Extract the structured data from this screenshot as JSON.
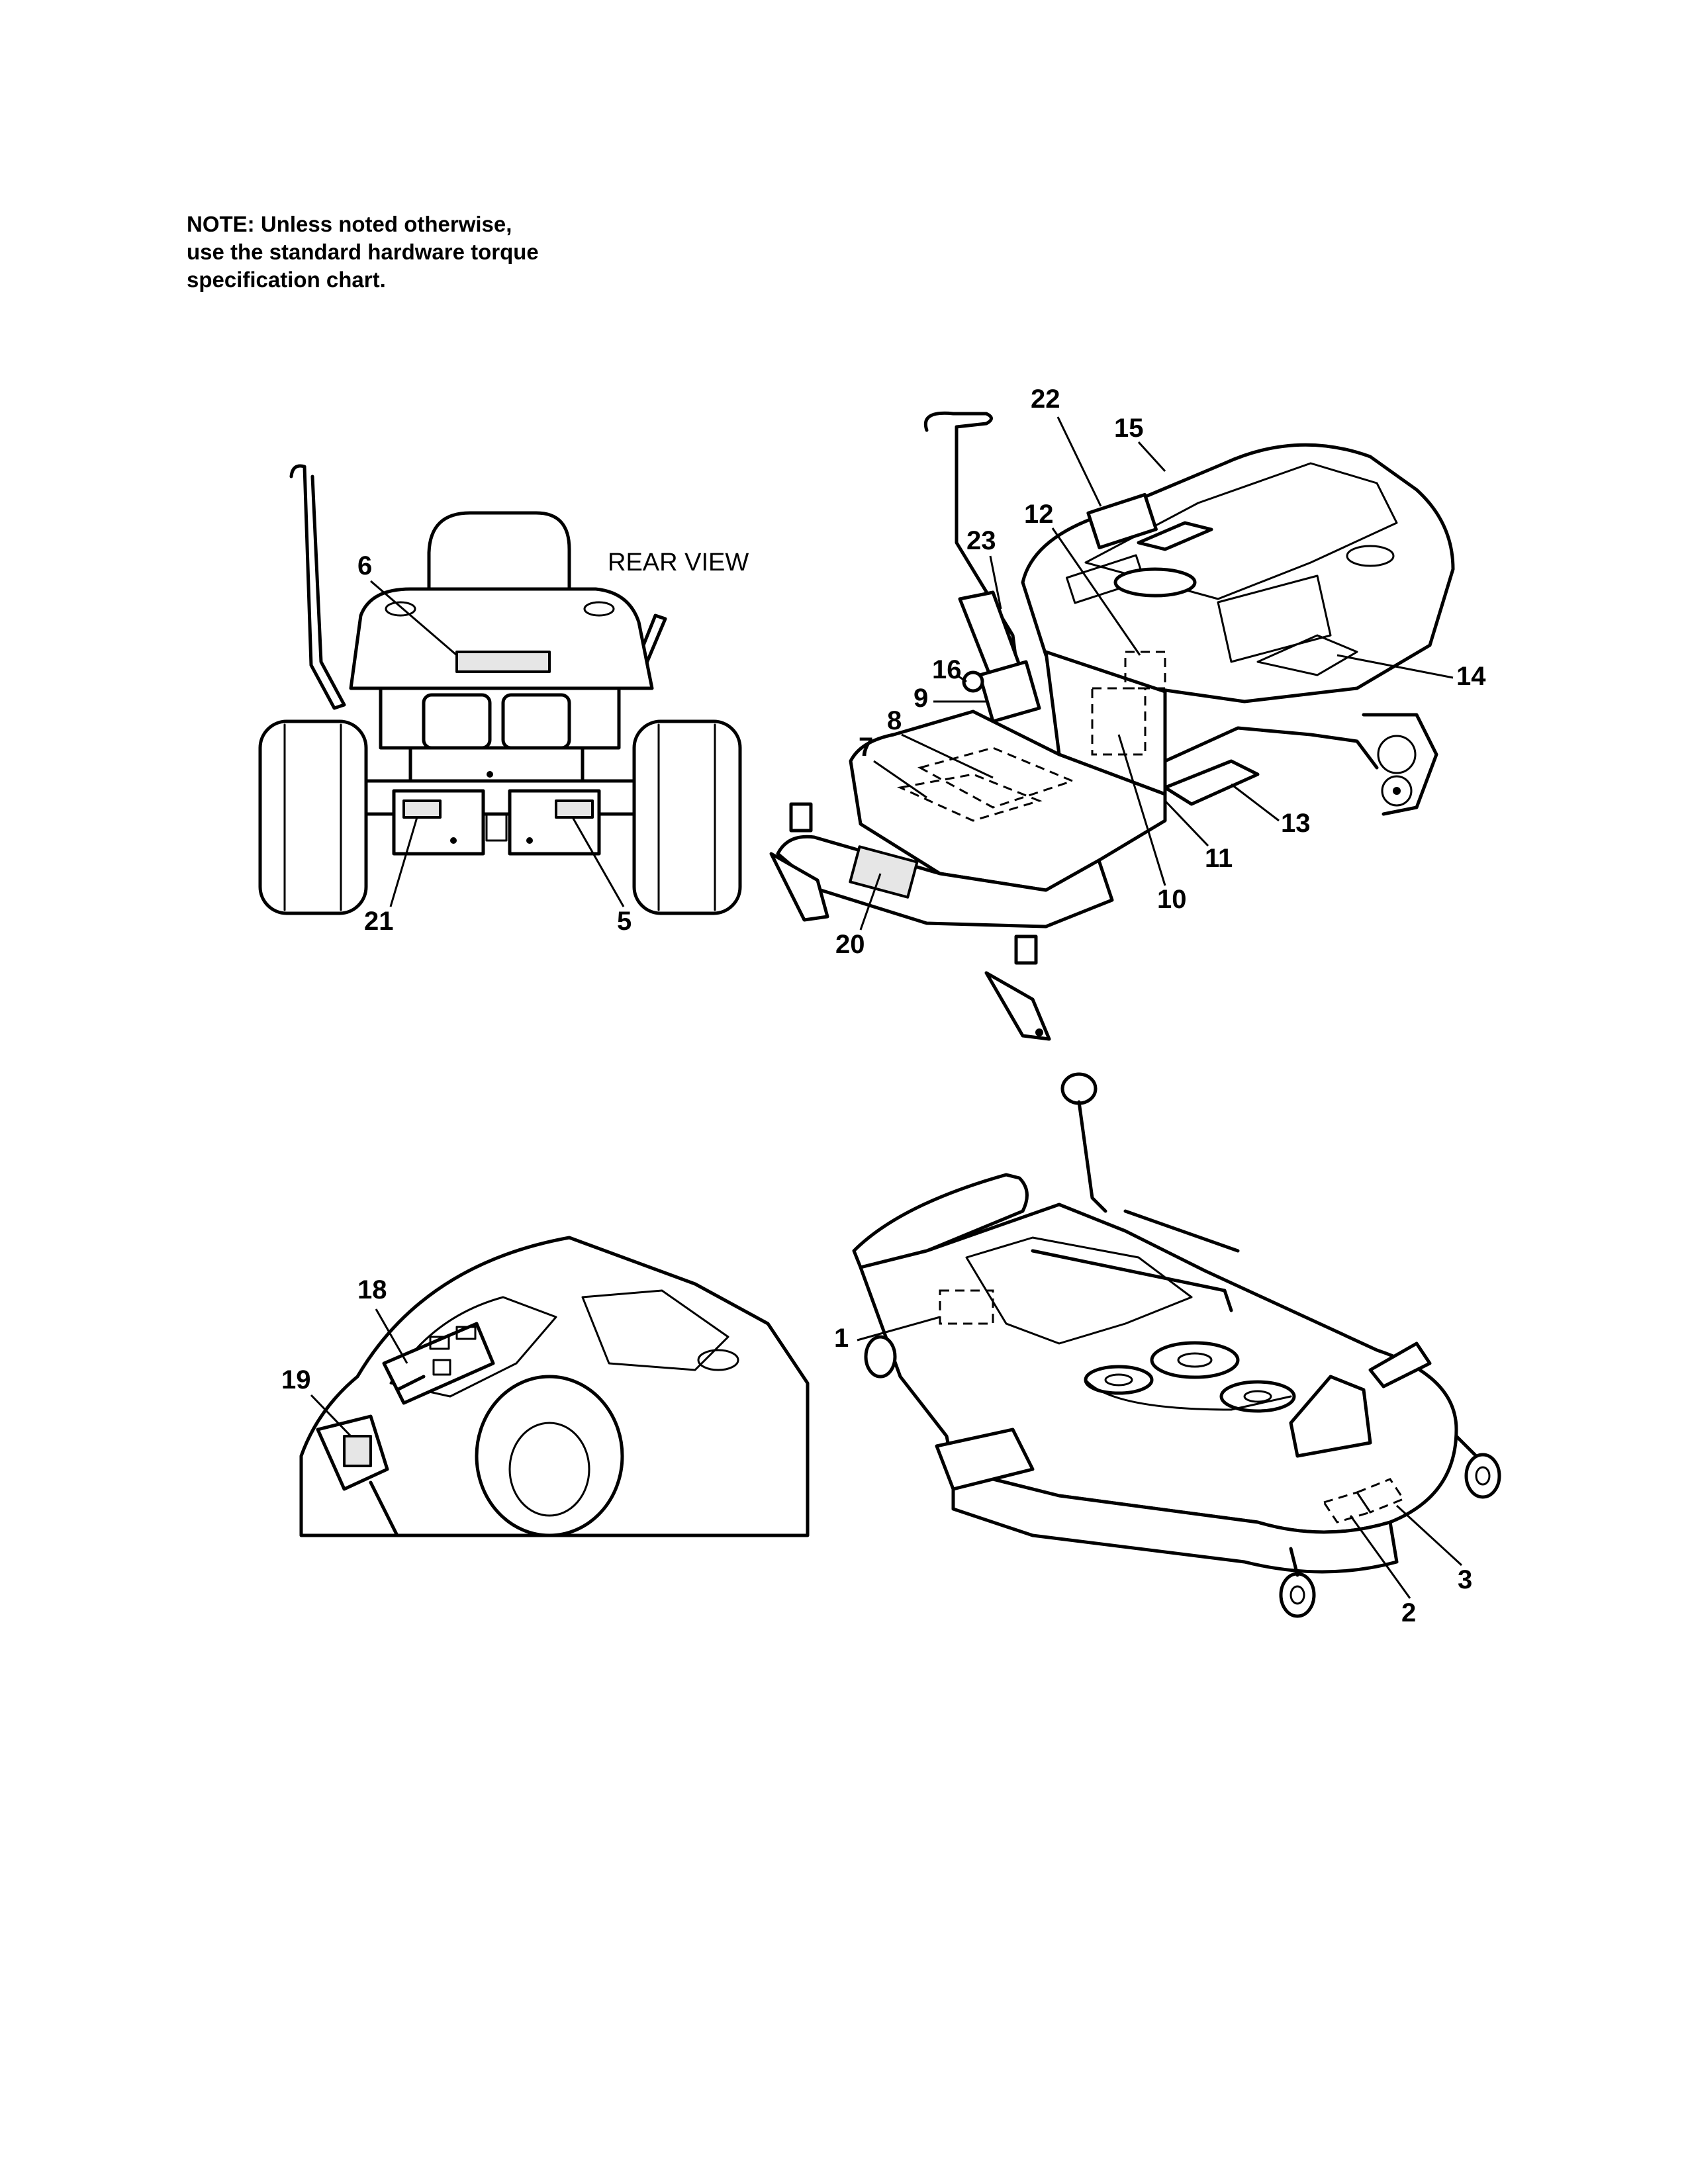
{
  "note": {
    "line1": "NOTE: Unless noted otherwise,",
    "line2": "use the standard hardware torque",
    "line3": "specification chart."
  },
  "views": {
    "rear_view_label": "REAR VIEW"
  },
  "callouts": {
    "c1": "1",
    "c2": "2",
    "c3": "3",
    "c5": "5",
    "c6": "6",
    "c7": "7",
    "c8": "8",
    "c9": "9",
    "c10": "10",
    "c11": "11",
    "c12": "12",
    "c13": "13",
    "c14": "14",
    "c15": "15",
    "c16": "16",
    "c18": "18",
    "c19": "19",
    "c20": "20",
    "c21": "21",
    "c22": "22",
    "c23": "23"
  }
}
